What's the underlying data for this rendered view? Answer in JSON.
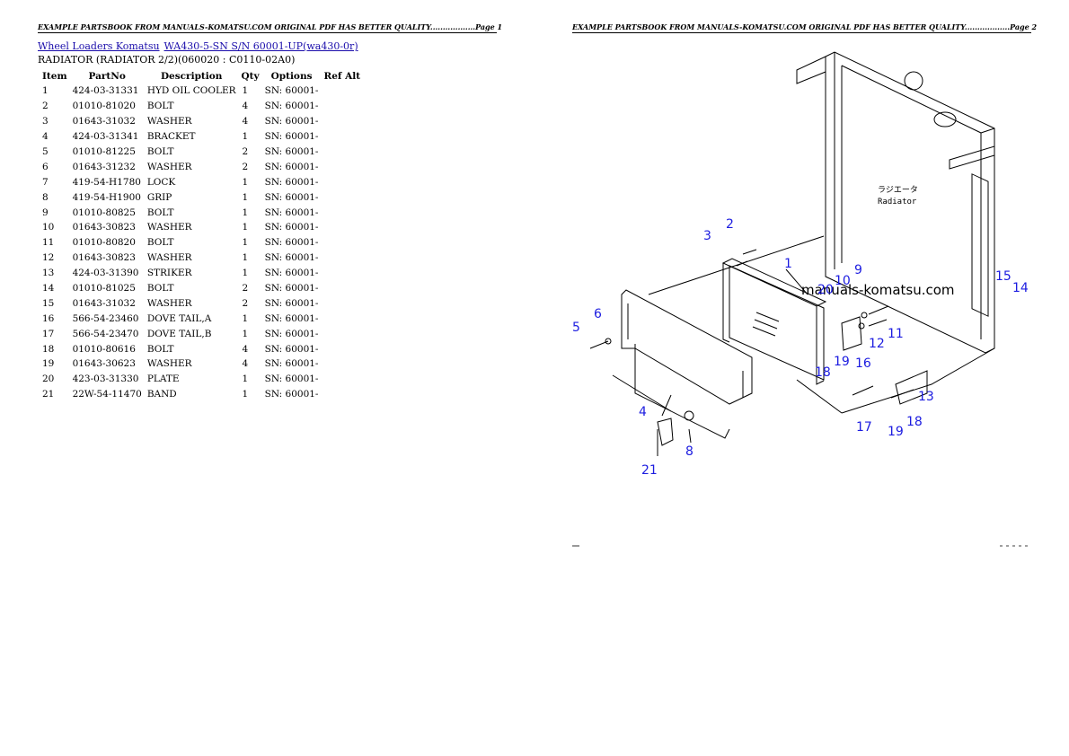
{
  "header": {
    "page1": "EXAMPLE PARTSBOOK FROM MANUALS-KOMATSU.COM ORIGINAL PDF HAS BETTER QUALITY..................Page 1",
    "page2": "EXAMPLE PARTSBOOK FROM MANUALS-KOMATSU.COM ORIGINAL PDF HAS BETTER QUALITY..................Page 2"
  },
  "breadcrumb": {
    "link1": "Wheel Loaders Komatsu",
    "link2": "WA430-5-SN S/N 60001-UP(wa430-0r)"
  },
  "subtitle": "RADIATOR (RADIATOR 2/2)(060020 : C0110-02A0)",
  "table": {
    "columns": [
      "Item",
      "PartNo",
      "Description",
      "Qty",
      "Options",
      "Ref Alt"
    ],
    "rows": [
      [
        "1",
        "424-03-31331",
        "HYD OIL COOLER",
        "1",
        "SN: 60001-",
        ""
      ],
      [
        "2",
        "01010-81020",
        "BOLT",
        "4",
        "SN: 60001-",
        ""
      ],
      [
        "3",
        "01643-31032",
        "WASHER",
        "4",
        "SN: 60001-",
        ""
      ],
      [
        "4",
        "424-03-31341",
        "BRACKET",
        "1",
        "SN: 60001-",
        ""
      ],
      [
        "5",
        "01010-81225",
        "BOLT",
        "2",
        "SN: 60001-",
        ""
      ],
      [
        "6",
        "01643-31232",
        "WASHER",
        "2",
        "SN: 60001-",
        ""
      ],
      [
        "7",
        "419-54-H1780",
        "LOCK",
        "1",
        "SN: 60001-",
        ""
      ],
      [
        "8",
        "419-54-H1900",
        "GRIP",
        "1",
        "SN: 60001-",
        ""
      ],
      [
        "9",
        "01010-80825",
        "BOLT",
        "1",
        "SN: 60001-",
        ""
      ],
      [
        "10",
        "01643-30823",
        "WASHER",
        "1",
        "SN: 60001-",
        ""
      ],
      [
        "11",
        "01010-80820",
        "BOLT",
        "1",
        "SN: 60001-",
        ""
      ],
      [
        "12",
        "01643-30823",
        "WASHER",
        "1",
        "SN: 60001-",
        ""
      ],
      [
        "13",
        "424-03-31390",
        "STRIKER",
        "1",
        "SN: 60001-",
        ""
      ],
      [
        "14",
        "01010-81025",
        "BOLT",
        "2",
        "SN: 60001-",
        ""
      ],
      [
        "15",
        "01643-31032",
        "WASHER",
        "2",
        "SN: 60001-",
        ""
      ],
      [
        "16",
        "566-54-23460",
        "DOVE TAIL,A",
        "1",
        "SN: 60001-",
        ""
      ],
      [
        "17",
        "566-54-23470",
        "DOVE TAIL,B",
        "1",
        "SN: 60001-",
        ""
      ],
      [
        "18",
        "01010-80616",
        "BOLT",
        "4",
        "SN: 60001-",
        ""
      ],
      [
        "19",
        "01643-30623",
        "WASHER",
        "4",
        "SN: 60001-",
        ""
      ],
      [
        "20",
        "423-03-31330",
        "PLATE",
        "1",
        "SN: 60001-",
        ""
      ],
      [
        "21",
        "22W-54-11470",
        "BAND",
        "1",
        "SN: 60001-",
        ""
      ]
    ]
  },
  "diagram": {
    "watermark": "manuals-komatsu.com",
    "label_jp": "ラジエータ",
    "label_en": "Radiator",
    "callout_color": "#1c1ce0",
    "callouts": [
      "1",
      "2",
      "3",
      "4",
      "5",
      "6",
      "8",
      "9",
      "10",
      "11",
      "12",
      "13",
      "14",
      "15",
      "16",
      "17",
      "18",
      "18",
      "19",
      "19",
      "20",
      "21"
    ]
  }
}
